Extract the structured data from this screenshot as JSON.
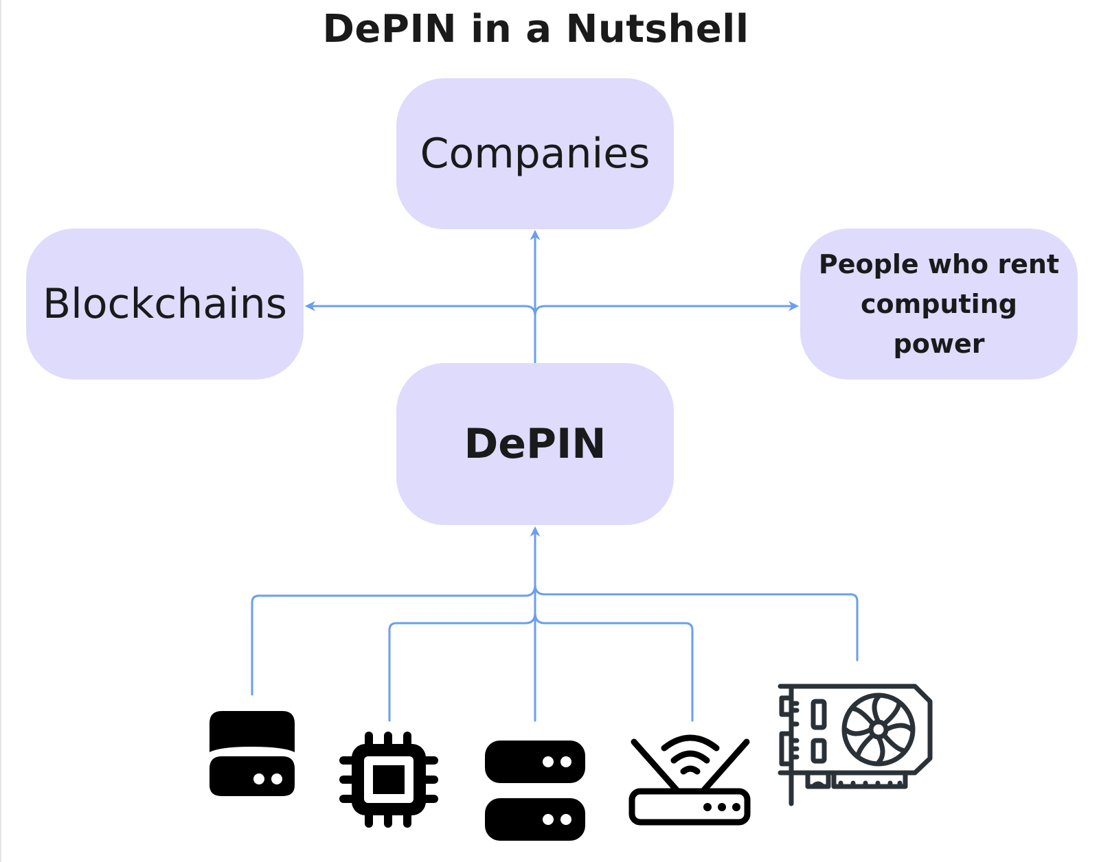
{
  "title": "DePIN in a Nutshell",
  "colors": {
    "node_fill": "#dedbfd",
    "connector": "#6a9ef0",
    "icon": "#000000",
    "gpu_icon": "#2a3238"
  },
  "nodes": {
    "companies": "Companies",
    "blockchains": "Blockchains",
    "people": "People who rent computing power",
    "depin": "DePIN"
  },
  "edges": [
    {
      "from": "DePIN",
      "to": "Companies"
    },
    {
      "from": "DePIN",
      "to": "Blockchains"
    },
    {
      "from": "DePIN",
      "to": "People who rent computing power"
    },
    {
      "from": "storage-drive",
      "to": "DePIN"
    },
    {
      "from": "cpu-chip",
      "to": "DePIN"
    },
    {
      "from": "server",
      "to": "DePIN"
    },
    {
      "from": "wifi-router",
      "to": "DePIN"
    },
    {
      "from": "graphics-card",
      "to": "DePIN"
    }
  ],
  "devices": [
    "storage-drive-icon",
    "cpu-chip-icon",
    "server-icon",
    "wifi-router-icon",
    "graphics-card-icon"
  ]
}
